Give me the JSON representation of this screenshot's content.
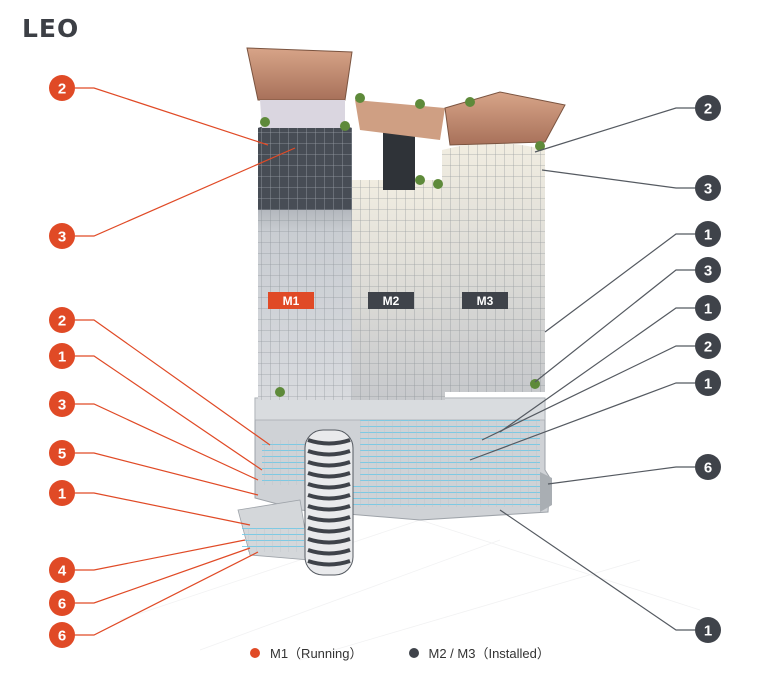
{
  "brand": {
    "logo_text": "LEO"
  },
  "colors": {
    "running": "#E04A26",
    "installed": "#3F434A",
    "leader": "#E04A26",
    "leader_dark": "#555a61"
  },
  "towers": [
    {
      "label": "M1",
      "status": "running"
    },
    {
      "label": "M2",
      "status": "installed"
    },
    {
      "label": "M3",
      "status": "installed"
    }
  ],
  "left_markers": [
    "2",
    "3",
    "2",
    "1",
    "3",
    "5",
    "1",
    "4",
    "6",
    "6"
  ],
  "right_markers": [
    "2",
    "3",
    "1",
    "3",
    "1",
    "2",
    "1",
    "6",
    "1"
  ],
  "legend": {
    "running_label": "M1（Running）",
    "installed_label": "M2 / M3（Installed）"
  }
}
